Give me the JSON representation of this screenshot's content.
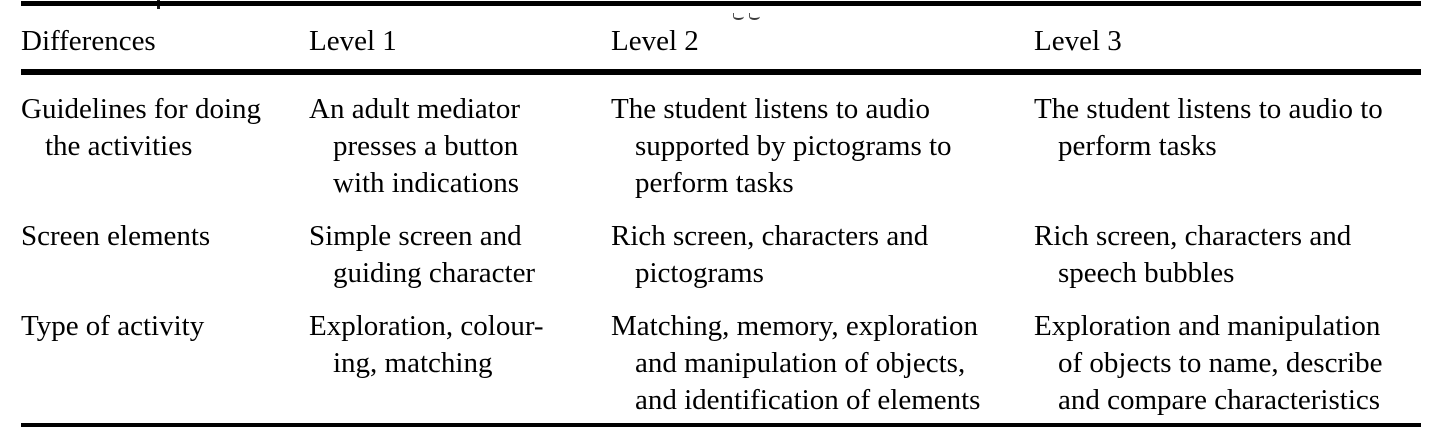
{
  "colors": {
    "background": "#ffffff",
    "text": "#000000",
    "rule": "#000000"
  },
  "table": {
    "headers": [
      "Differences",
      "Level 1",
      "Level 2",
      "Level 3"
    ],
    "rows": [
      {
        "cells": [
          "Guidelines for doing\nthe activities",
          "An adult mediator\npresses a button\nwith indications",
          "The student listens to audio\nsupported by pictograms to\nperform tasks",
          "The student listens to audio to\nperform tasks"
        ]
      },
      {
        "cells": [
          "Screen elements",
          "Simple screen and\nguiding character",
          "Rich screen, characters and\npictograms",
          "Rich screen, characters and\nspeech bubbles"
        ]
      },
      {
        "cells": [
          "Type of activity",
          "Exploration, colour-\ning, matching",
          "Matching, memory, exploration\nand manipulation of objects,\nand identification of elements",
          "Exploration and manipulation\nof objects to name, describe\nand compare characteristics"
        ]
      }
    ]
  }
}
